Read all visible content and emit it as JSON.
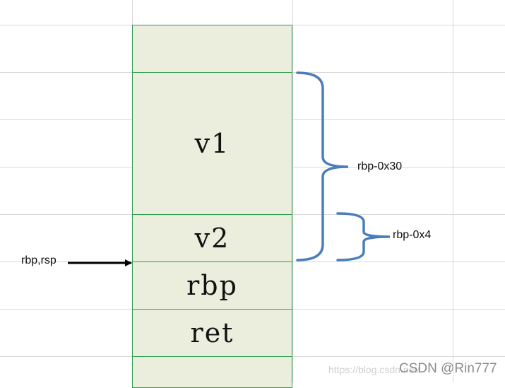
{
  "stack_cells": [
    {
      "label": ""
    },
    {
      "label": "v1"
    },
    {
      "label": "v2"
    },
    {
      "label": "rbp"
    },
    {
      "label": "ret"
    },
    {
      "label": ""
    }
  ],
  "annotations": {
    "brace_large": "rbp-0x30",
    "brace_small": "rbp-0x4",
    "pointer": "rbp,rsp"
  },
  "watermark": {
    "url": "https://blog.csdn.net/",
    "brand": "CSDN @Rin777"
  },
  "colors": {
    "cell_fill": "#ebeedd",
    "cell_border": "#2e9e4f",
    "brace": "#4a7ebb",
    "arrow": "#000000",
    "grid": "#d9d9d9"
  }
}
